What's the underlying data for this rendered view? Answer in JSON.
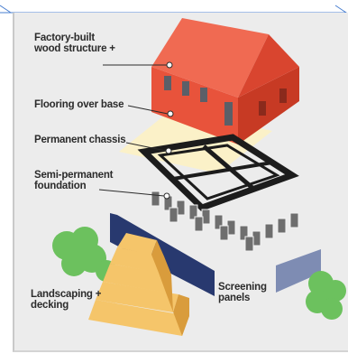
{
  "labels": {
    "wood_structure": "Factory-built\nwood structure +",
    "flooring": "Flooring over base",
    "chassis": "Permanent chassis",
    "foundation": "Semi-permanent\nfoundation",
    "landscaping": "Landscaping +\ndecking",
    "screening": "Screening\npanels"
  },
  "colors": {
    "house_front": "#e8533b",
    "house_side": "#c73a24",
    "roof": "#f06a52",
    "window": "#5b5f68",
    "flooring": "#fbf1c8",
    "chassis": "#1c1c1c",
    "pier": "#6e6e6e",
    "panel_dark": "#28396f",
    "panel_light": "#7e8cb3",
    "bush": "#6cc15e",
    "stairs": "#f5c56a",
    "stairs_shade": "#d99c3c",
    "line": "#4a7fd0"
  }
}
